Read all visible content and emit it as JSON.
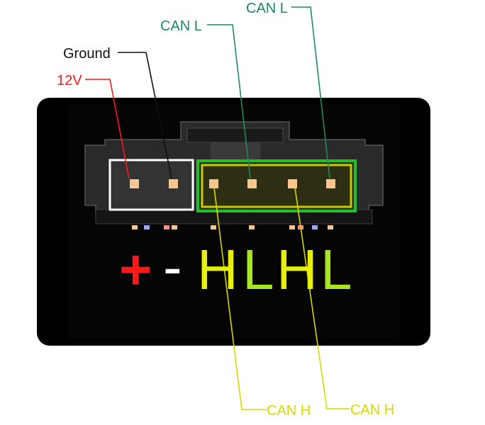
{
  "colors": {
    "power": "#ff1a1a",
    "ground": "#111111",
    "can_low": "#1e8c5a",
    "can_high": "#d8d800",
    "body": "#000000",
    "pin": "#f6c68c",
    "green_box": "#22c022",
    "white_box": "#ffffff"
  },
  "labels": {
    "v12": "12V",
    "ground": "Ground",
    "can_l_1": "CAN L",
    "can_l_2": "CAN L",
    "can_h_1": "CAN H",
    "can_h_2": "CAN H"
  },
  "markings": {
    "plus": "+",
    "minus": "-",
    "h1": "H",
    "l1": "L",
    "h2": "H",
    "l2": "L"
  }
}
